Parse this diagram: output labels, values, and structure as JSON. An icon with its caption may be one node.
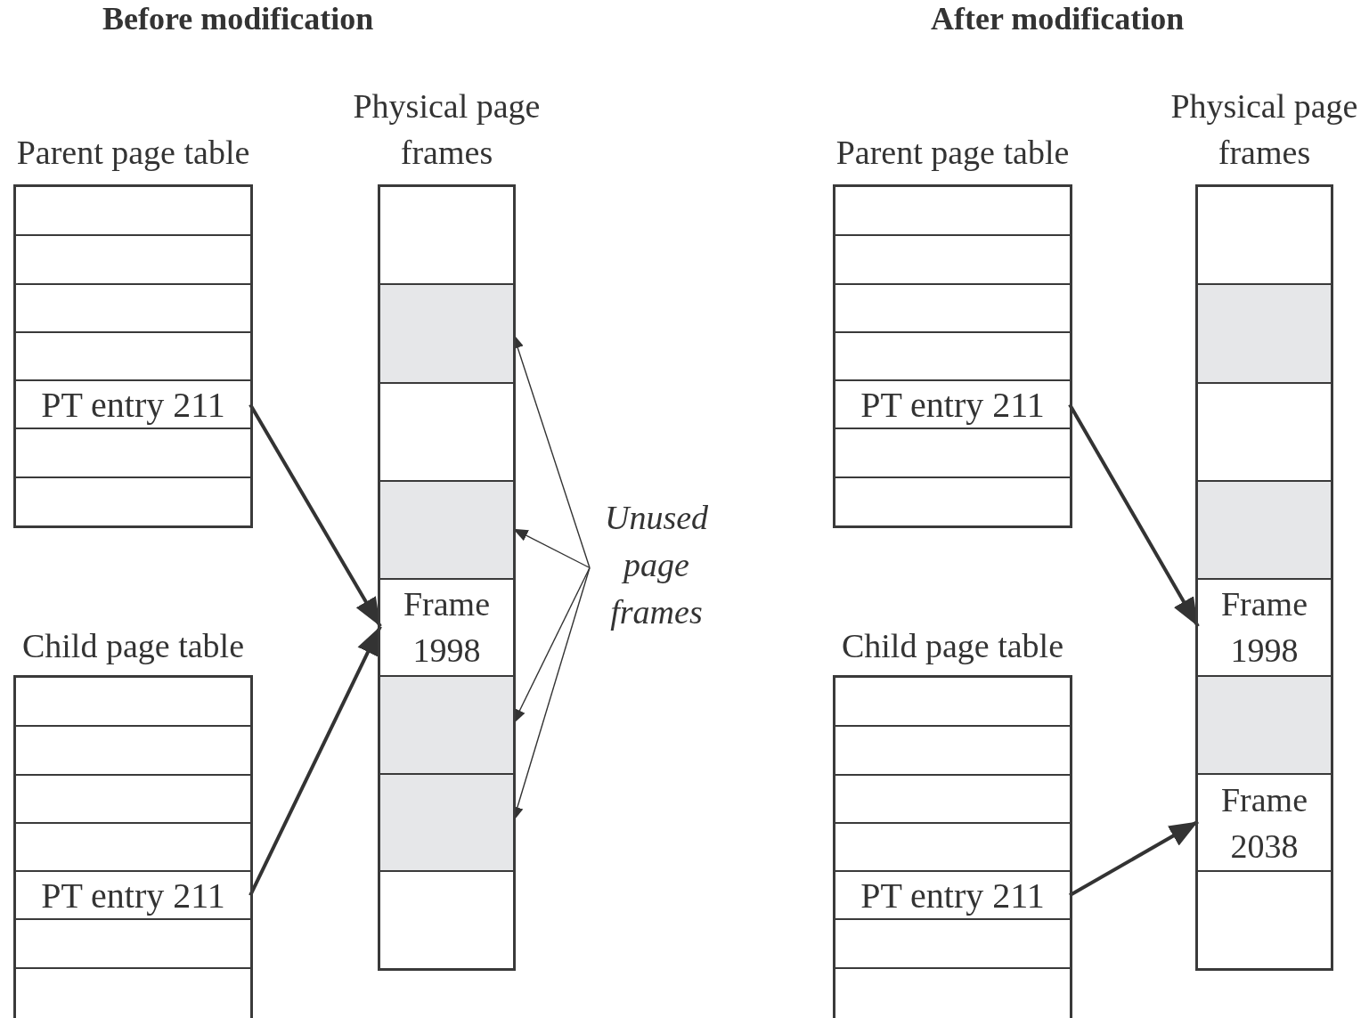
{
  "diagram": {
    "nodes": [
      {
        "text": [
          "Parent page table"
        ]
      },
      {
        "text": [
          "PT entry 211"
        ],
        "in": 0
      },
      {
        "text": [
          "Child page table"
        ]
      },
      {
        "text": [
          "PT entry 211"
        ],
        "in": 2
      },
      {
        "text": [
          "Physical page frames"
        ]
      },
      {
        "text": [],
        "shape": "box",
        "in": 4
      },
      {
        "text": [],
        "shape": "box",
        "in": 4
      },
      {
        "text": [],
        "shape": "box",
        "in": 4
      },
      {
        "text": [],
        "shape": "box",
        "in": 4
      },
      {
        "text": [
          "Frame 1998"
        ],
        "in": 4
      },
      {
        "text": [],
        "shape": "box",
        "in": 4
      },
      {
        "text": [],
        "shape": "box",
        "in": 4
      },
      {
        "text": [],
        "shape": "box",
        "in": 4
      },
      {
        "text": [
          "Unused page frames"
        ]
      },
      {
        "text": [
          "Parent page table"
        ]
      },
      {
        "text": [
          "PT entry 211"
        ],
        "in": 14
      },
      {
        "text": [
          "Child page table"
        ]
      },
      {
        "text": [
          "PT entry 211"
        ],
        "in": 16
      },
      {
        "text": [
          "Physical page frames"
        ]
      },
      {
        "text": [],
        "shape": "box",
        "in": 18
      },
      {
        "text": [],
        "shape": "box",
        "in": 18
      },
      {
        "text": [],
        "shape": "box",
        "in": 18
      },
      {
        "text": [],
        "shape": "box",
        "in": 18
      },
      {
        "text": [
          "Frame 1998"
        ],
        "in": 18
      },
      {
        "text": [],
        "shape": "box",
        "in": 18
      },
      {
        "text": [
          "Frame 2038"
        ],
        "in": 18
      },
      {
        "text": [],
        "shape": "box",
        "in": 18
      }
    ],
    "edges": [
      {
        "from": 1,
        "to": 9,
        "arrow": "to",
        "style": "thick"
      },
      {
        "from": 3,
        "to": 9,
        "arrow": "to",
        "style": "thick"
      },
      {
        "from": 13,
        "to": 6,
        "arrow": "to"
      },
      {
        "from": 13,
        "to": 8,
        "arrow": "to"
      },
      {
        "from": 13,
        "to": 10,
        "arrow": "to"
      },
      {
        "from": 13,
        "to": 11,
        "arrow": "to"
      },
      {
        "from": 15,
        "to": 23,
        "arrow": "to",
        "style": "thick"
      },
      {
        "from": 17,
        "to": 25,
        "arrow": "to",
        "style": "thick"
      }
    ],
    "labels": [
      "Before modification",
      "After modification"
    ]
  }
}
